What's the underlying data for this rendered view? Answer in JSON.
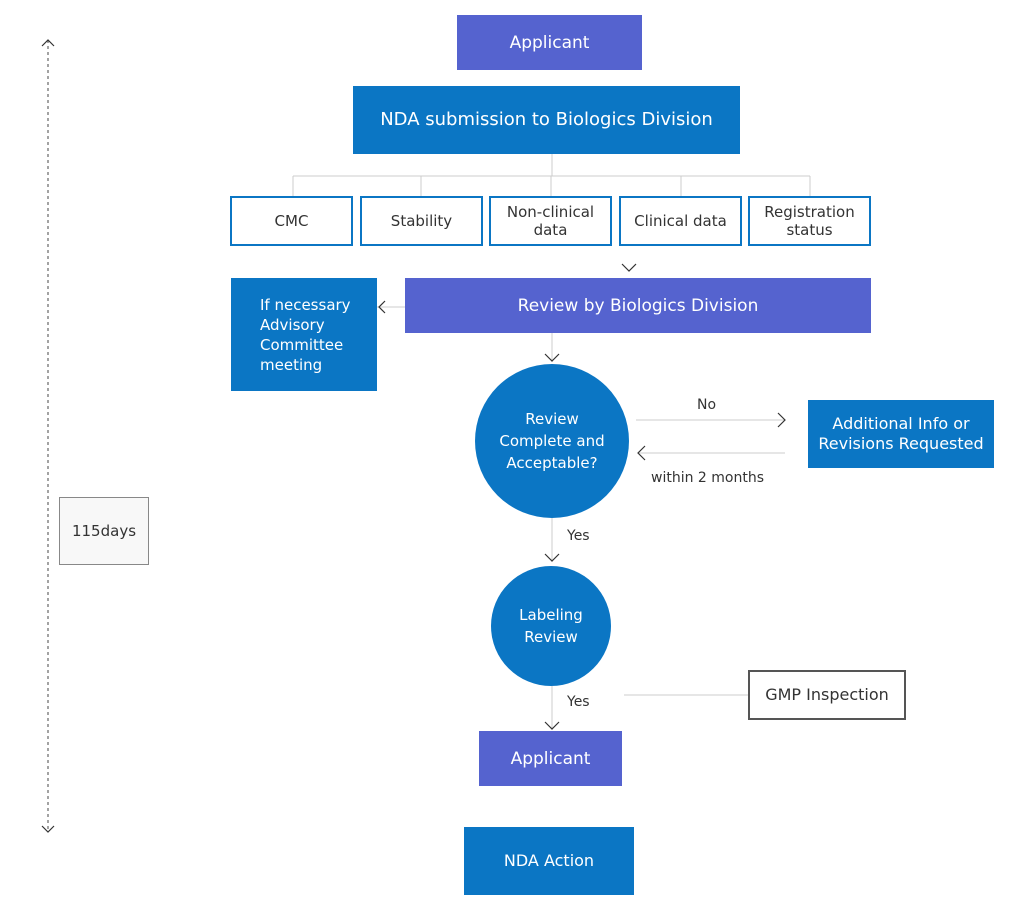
{
  "top_applicant": "Applicant",
  "nda_submission": "NDA submission to Biologics Division",
  "categories": [
    "CMC",
    "Stability",
    "Non-clinical data",
    "Clinical data",
    "Registration status"
  ],
  "review_division": "Review by Biologics Division",
  "advisory": "If necessary Advisory Committee meeting",
  "decision": "Review Complete and Acceptable?",
  "no_label": "No",
  "additional_info": "Additional Info or Revisions Requested",
  "within_label": "within 2 months",
  "yes1_label": "Yes",
  "labeling_review": "Labeling Review",
  "yes2_label": "Yes",
  "gmp_inspection": "GMP Inspection",
  "bottom_applicant": "Applicant",
  "nda_action": "NDA Action",
  "timeline_label": "115days",
  "colors": {
    "purple": "#5563cf",
    "blue": "#0b76c4",
    "line": "#cccccc"
  }
}
